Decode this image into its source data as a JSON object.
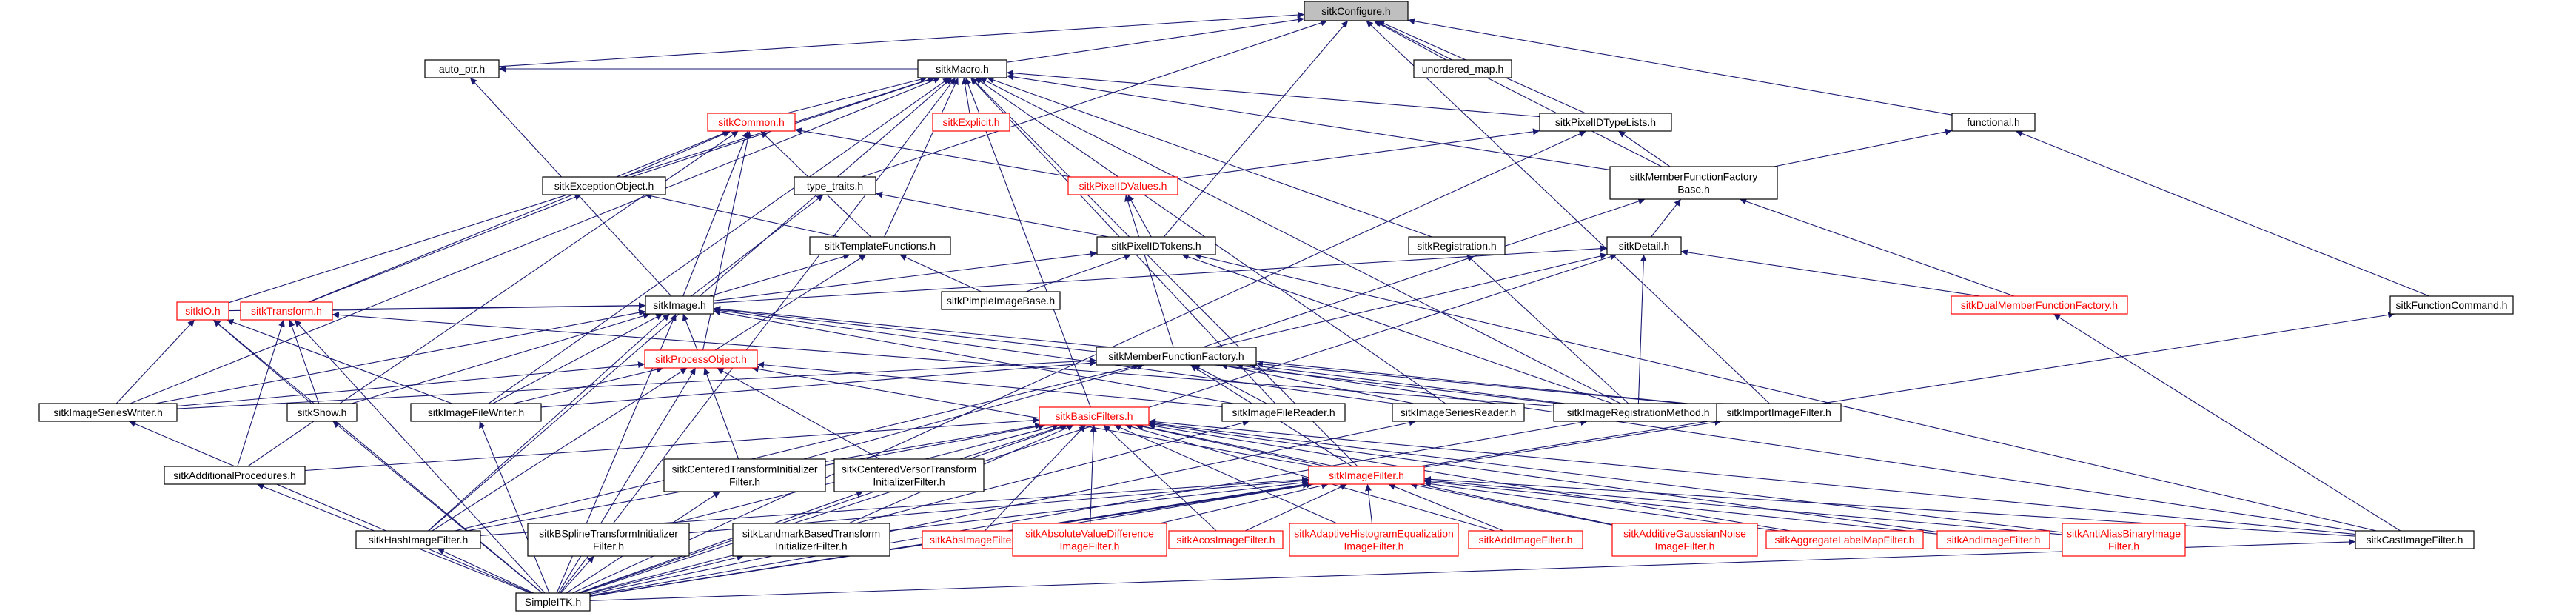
{
  "graph": {
    "nodes": [
      {
        "id": "configure",
        "label": [
          "sitkConfigure.h"
        ],
        "root": true,
        "red": false
      },
      {
        "id": "auto_ptr",
        "label": [
          "auto_ptr.h"
        ],
        "red": false
      },
      {
        "id": "macro",
        "label": [
          "sitkMacro.h"
        ],
        "red": false
      },
      {
        "id": "unordered_map",
        "label": [
          "unordered_map.h"
        ],
        "red": false
      },
      {
        "id": "functional",
        "label": [
          "functional.h"
        ],
        "red": false
      },
      {
        "id": "common",
        "label": [
          "sitkCommon.h"
        ],
        "red": true
      },
      {
        "id": "explicit",
        "label": [
          "sitkExplicit.h"
        ],
        "red": true
      },
      {
        "id": "pixelidtypelists",
        "label": [
          "sitkPixelIDTypeLists.h"
        ],
        "red": false
      },
      {
        "id": "memberfactorybase",
        "label": [
          "sitkMemberFunctionFactory",
          "Base.h"
        ],
        "red": false
      },
      {
        "id": "exceptionobject",
        "label": [
          "sitkExceptionObject.h"
        ],
        "red": false
      },
      {
        "id": "type_traits",
        "label": [
          "type_traits.h"
        ],
        "red": false
      },
      {
        "id": "pixelidvalues",
        "label": [
          "sitkPixelIDValues.h"
        ],
        "red": true
      },
      {
        "id": "templatefunctions",
        "label": [
          "sitkTemplateFunctions.h"
        ],
        "red": false
      },
      {
        "id": "pixelidtokens",
        "label": [
          "sitkPixelIDTokens.h"
        ],
        "red": false
      },
      {
        "id": "registration",
        "label": [
          "sitkRegistration.h"
        ],
        "red": false
      },
      {
        "id": "detail",
        "label": [
          "sitkDetail.h"
        ],
        "red": false
      },
      {
        "id": "dualmemberfactory",
        "label": [
          "sitkDualMemberFunctionFactory.h"
        ],
        "red": true
      },
      {
        "id": "functioncommand",
        "label": [
          "sitkFunctionCommand.h"
        ],
        "red": false
      },
      {
        "id": "pimpleimagebase",
        "label": [
          "sitkPimpleImageBase.h"
        ],
        "red": false
      },
      {
        "id": "image",
        "label": [
          "sitkImage.h"
        ],
        "red": false
      },
      {
        "id": "io",
        "label": [
          "sitkIO.h"
        ],
        "red": true
      },
      {
        "id": "transform",
        "label": [
          "sitkTransform.h"
        ],
        "red": true
      },
      {
        "id": "processobject",
        "label": [
          "sitkProcessObject.h"
        ],
        "red": true
      },
      {
        "id": "memberfactory",
        "label": [
          "sitkMemberFunctionFactory.h"
        ],
        "red": false
      },
      {
        "id": "imageserieswriter",
        "label": [
          "sitkImageSeriesWriter.h"
        ],
        "red": false
      },
      {
        "id": "show",
        "label": [
          "sitkShow.h"
        ],
        "red": false
      },
      {
        "id": "imagefilewriter",
        "label": [
          "sitkImageFileWriter.h"
        ],
        "red": false
      },
      {
        "id": "imagefilereader",
        "label": [
          "sitkImageFileReader.h"
        ],
        "red": false
      },
      {
        "id": "imageseriesreader",
        "label": [
          "sitkImageSeriesReader.h"
        ],
        "red": false
      },
      {
        "id": "imageregistrationmethod",
        "label": [
          "sitkImageRegistrationMethod.h"
        ],
        "red": false
      },
      {
        "id": "importimagefilter",
        "label": [
          "sitkImportImageFilter.h"
        ],
        "red": false
      },
      {
        "id": "basicfilters",
        "label": [
          "sitkBasicFilters.h"
        ],
        "red": true
      },
      {
        "id": "additionalprocedures",
        "label": [
          "sitkAdditionalProcedures.h"
        ],
        "red": false
      },
      {
        "id": "centeredtransforminit",
        "label": [
          "sitkCenteredTransformInitializer",
          "Filter.h"
        ],
        "red": false
      },
      {
        "id": "centeredversortransforminit",
        "label": [
          "sitkCenteredVersorTransform",
          "InitializerFilter.h"
        ],
        "red": false
      },
      {
        "id": "imagefilter",
        "label": [
          "sitkImageFilter.h"
        ],
        "red": true
      },
      {
        "id": "hashimagefilter",
        "label": [
          "sitkHashImageFilter.h"
        ],
        "red": false
      },
      {
        "id": "bsplinetransforminit",
        "label": [
          "sitkBSplineTransformInitializer",
          "Filter.h"
        ],
        "red": false
      },
      {
        "id": "landmarkbasedtransform",
        "label": [
          "sitkLandmarkBasedTransform",
          "InitializerFilter.h"
        ],
        "red": false
      },
      {
        "id": "absimagefilter",
        "label": [
          "sitkAbsImageFilter.h"
        ],
        "red": true
      },
      {
        "id": "absolutevaluedifference",
        "label": [
          "sitkAbsoluteValueDifference",
          "ImageFilter.h"
        ],
        "red": true
      },
      {
        "id": "acosimagefilter",
        "label": [
          "sitkAcosImageFilter.h"
        ],
        "red": true
      },
      {
        "id": "adaptivehistogram",
        "label": [
          "sitkAdaptiveHistogramEqualization",
          "ImageFilter.h"
        ],
        "red": true
      },
      {
        "id": "addimagefilter",
        "label": [
          "sitkAddImageFilter.h"
        ],
        "red": true
      },
      {
        "id": "additivegaussiannoise",
        "label": [
          "sitkAdditiveGaussianNoise",
          "ImageFilter.h"
        ],
        "red": true
      },
      {
        "id": "aggregatelabelmap",
        "label": [
          "sitkAggregateLabelMapFilter.h"
        ],
        "red": true
      },
      {
        "id": "andimagefilter",
        "label": [
          "sitkAndImageFilter.h"
        ],
        "red": true
      },
      {
        "id": "antialiasbinary",
        "label": [
          "sitkAntiAliasBinaryImage",
          "Filter.h"
        ],
        "red": true
      },
      {
        "id": "castimagefilter",
        "label": [
          "sitkCastImageFilter.h"
        ],
        "red": false
      },
      {
        "id": "simpletk",
        "label": [
          "SimpleITK.h"
        ],
        "red": false
      }
    ],
    "edges": [
      [
        "auto_ptr",
        "configure"
      ],
      [
        "macro",
        "configure"
      ],
      [
        "unordered_map",
        "configure"
      ],
      [
        "functional",
        "configure"
      ],
      [
        "pixelidtypelists",
        "configure"
      ],
      [
        "memberfactorybase",
        "configure"
      ],
      [
        "type_traits",
        "configure"
      ],
      [
        "pixelidtokens",
        "configure"
      ],
      [
        "importimagefilter",
        "configure"
      ],
      [
        "macro",
        "auto_ptr"
      ],
      [
        "image",
        "auto_ptr"
      ],
      [
        "common",
        "macro"
      ],
      [
        "explicit",
        "macro"
      ],
      [
        "pixelidtypelists",
        "macro"
      ],
      [
        "memberfactorybase",
        "macro"
      ],
      [
        "exceptionobject",
        "macro"
      ],
      [
        "templatefunctions",
        "macro"
      ],
      [
        "registration",
        "macro"
      ],
      [
        "io",
        "macro"
      ],
      [
        "imagefilewriter",
        "macro"
      ],
      [
        "imageserieswriter",
        "macro"
      ],
      [
        "basicfilters",
        "macro"
      ],
      [
        "imagefilereader",
        "macro"
      ],
      [
        "imageseriesreader",
        "macro"
      ],
      [
        "imageregistrationmethod",
        "macro"
      ],
      [
        "imagefilter",
        "macro"
      ],
      [
        "hashimagefilter",
        "macro"
      ],
      [
        "simpletk",
        "macro"
      ],
      [
        "memberfactorybase",
        "functional"
      ],
      [
        "functioncommand",
        "functional"
      ],
      [
        "exceptionobject",
        "common"
      ],
      [
        "pixelidvalues",
        "common"
      ],
      [
        "templatefunctions",
        "common"
      ],
      [
        "image",
        "common"
      ],
      [
        "processobject",
        "common"
      ],
      [
        "transform",
        "common"
      ],
      [
        "additionalprocedures",
        "common"
      ],
      [
        "pixelidvalues",
        "pixelidtypelists"
      ],
      [
        "memberfactorybase",
        "pixelidtypelists"
      ],
      [
        "simpletk",
        "pixelidtypelists"
      ],
      [
        "detail",
        "memberfactorybase"
      ],
      [
        "memberfactory",
        "memberfactorybase"
      ],
      [
        "dualmemberfactory",
        "memberfactorybase"
      ],
      [
        "templatefunctions",
        "exceptionobject"
      ],
      [
        "transform",
        "exceptionobject"
      ],
      [
        "pixelidtokens",
        "type_traits"
      ],
      [
        "image",
        "type_traits"
      ],
      [
        "pixelidtokens",
        "pixelidvalues"
      ],
      [
        "memberfactory",
        "pixelidvalues"
      ],
      [
        "image",
        "templatefunctions"
      ],
      [
        "pimpleimagebase",
        "templatefunctions"
      ],
      [
        "processobject",
        "templatefunctions"
      ],
      [
        "image",
        "pixelidtokens"
      ],
      [
        "pimpleimagebase",
        "pixelidtokens"
      ],
      [
        "imageregistrationmethod",
        "pixelidtokens"
      ],
      [
        "castimagefilter",
        "pixelidtokens"
      ],
      [
        "imageregistrationmethod",
        "registration"
      ],
      [
        "image",
        "detail"
      ],
      [
        "memberfactory",
        "detail"
      ],
      [
        "dualmemberfactory",
        "detail"
      ],
      [
        "imageregistrationmethod",
        "detail"
      ],
      [
        "simpletk",
        "detail"
      ],
      [
        "castimagefilter",
        "dualmemberfactory"
      ],
      [
        "simpletk",
        "functioncommand"
      ],
      [
        "io",
        "image"
      ],
      [
        "transform",
        "image"
      ],
      [
        "processobject",
        "image"
      ],
      [
        "imagefilewriter",
        "image"
      ],
      [
        "imageserieswriter",
        "image"
      ],
      [
        "show",
        "image"
      ],
      [
        "imagefilereader",
        "image"
      ],
      [
        "imageseriesreader",
        "image"
      ],
      [
        "importimagefilter",
        "image"
      ],
      [
        "imageregistrationmethod",
        "image"
      ],
      [
        "hashimagefilter",
        "image"
      ],
      [
        "simpletk",
        "image"
      ],
      [
        "imageserieswriter",
        "io"
      ],
      [
        "show",
        "io"
      ],
      [
        "imagefilewriter",
        "io"
      ],
      [
        "simpletk",
        "io"
      ],
      [
        "imageregistrationmethod",
        "transform"
      ],
      [
        "additionalprocedures",
        "transform"
      ],
      [
        "simpletk",
        "transform"
      ],
      [
        "show",
        "transform"
      ],
      [
        "imageserieswriter",
        "processobject"
      ],
      [
        "imagefilewriter",
        "processobject"
      ],
      [
        "imagefilter",
        "processobject"
      ],
      [
        "centeredtransforminit",
        "processobject"
      ],
      [
        "centeredversortransforminit",
        "processobject"
      ],
      [
        "hashimagefilter",
        "processobject"
      ],
      [
        "simpletk",
        "processobject"
      ],
      [
        "imagefilereader",
        "processobject"
      ],
      [
        "imageserieswriter",
        "memberfactory"
      ],
      [
        "imagefilewriter",
        "memberfactory"
      ],
      [
        "imagefilereader",
        "memberfactory"
      ],
      [
        "imageseriesreader",
        "memberfactory"
      ],
      [
        "imageregistrationmethod",
        "memberfactory"
      ],
      [
        "importimagefilter",
        "memberfactory"
      ],
      [
        "imagefilter",
        "memberfactory"
      ],
      [
        "centeredtransforminit",
        "memberfactory"
      ],
      [
        "hashimagefilter",
        "memberfactory"
      ],
      [
        "castimagefilter",
        "memberfactory"
      ],
      [
        "simpletk",
        "imageserieswriter"
      ],
      [
        "simpletk",
        "show"
      ],
      [
        "simpletk",
        "imagefilewriter"
      ],
      [
        "simpletk",
        "imagefilereader"
      ],
      [
        "simpletk",
        "imageseriesreader"
      ],
      [
        "simpletk",
        "imageregistrationmethod"
      ],
      [
        "simpletk",
        "importimagefilter"
      ],
      [
        "additionalprocedures",
        "basicfilters"
      ],
      [
        "centeredtransforminit",
        "basicfilters"
      ],
      [
        "centeredversortransforminit",
        "basicfilters"
      ],
      [
        "imagefilter",
        "basicfilters"
      ],
      [
        "hashimagefilter",
        "basicfilters"
      ],
      [
        "bsplinetransforminit",
        "basicfilters"
      ],
      [
        "landmarkbasedtransform",
        "basicfilters"
      ],
      [
        "absimagefilter",
        "basicfilters"
      ],
      [
        "absolutevaluedifference",
        "basicfilters"
      ],
      [
        "acosimagefilter",
        "basicfilters"
      ],
      [
        "adaptivehistogram",
        "basicfilters"
      ],
      [
        "addimagefilter",
        "basicfilters"
      ],
      [
        "additivegaussiannoise",
        "basicfilters"
      ],
      [
        "aggregatelabelmap",
        "basicfilters"
      ],
      [
        "andimagefilter",
        "basicfilters"
      ],
      [
        "antialiasbinary",
        "basicfilters"
      ],
      [
        "castimagefilter",
        "basicfilters"
      ],
      [
        "simpletk",
        "basicfilters"
      ],
      [
        "simpletk",
        "additionalprocedures"
      ],
      [
        "simpletk",
        "centeredtransforminit"
      ],
      [
        "simpletk",
        "centeredversortransforminit"
      ],
      [
        "hashimagefilter",
        "imagefilter"
      ],
      [
        "bsplinetransforminit",
        "imagefilter"
      ],
      [
        "landmarkbasedtransform",
        "imagefilter"
      ],
      [
        "absimagefilter",
        "imagefilter"
      ],
      [
        "absolutevaluedifference",
        "imagefilter"
      ],
      [
        "acosimagefilter",
        "imagefilter"
      ],
      [
        "adaptivehistogram",
        "imagefilter"
      ],
      [
        "addimagefilter",
        "imagefilter"
      ],
      [
        "additivegaussiannoise",
        "imagefilter"
      ],
      [
        "aggregatelabelmap",
        "imagefilter"
      ],
      [
        "andimagefilter",
        "imagefilter"
      ],
      [
        "antialiasbinary",
        "imagefilter"
      ],
      [
        "castimagefilter",
        "imagefilter"
      ],
      [
        "simpletk",
        "imagefilter"
      ],
      [
        "simpletk",
        "hashimagefilter"
      ],
      [
        "simpletk",
        "bsplinetransforminit"
      ],
      [
        "simpletk",
        "landmarkbasedtransform"
      ],
      [
        "simpletk",
        "castimagefilter"
      ]
    ]
  }
}
